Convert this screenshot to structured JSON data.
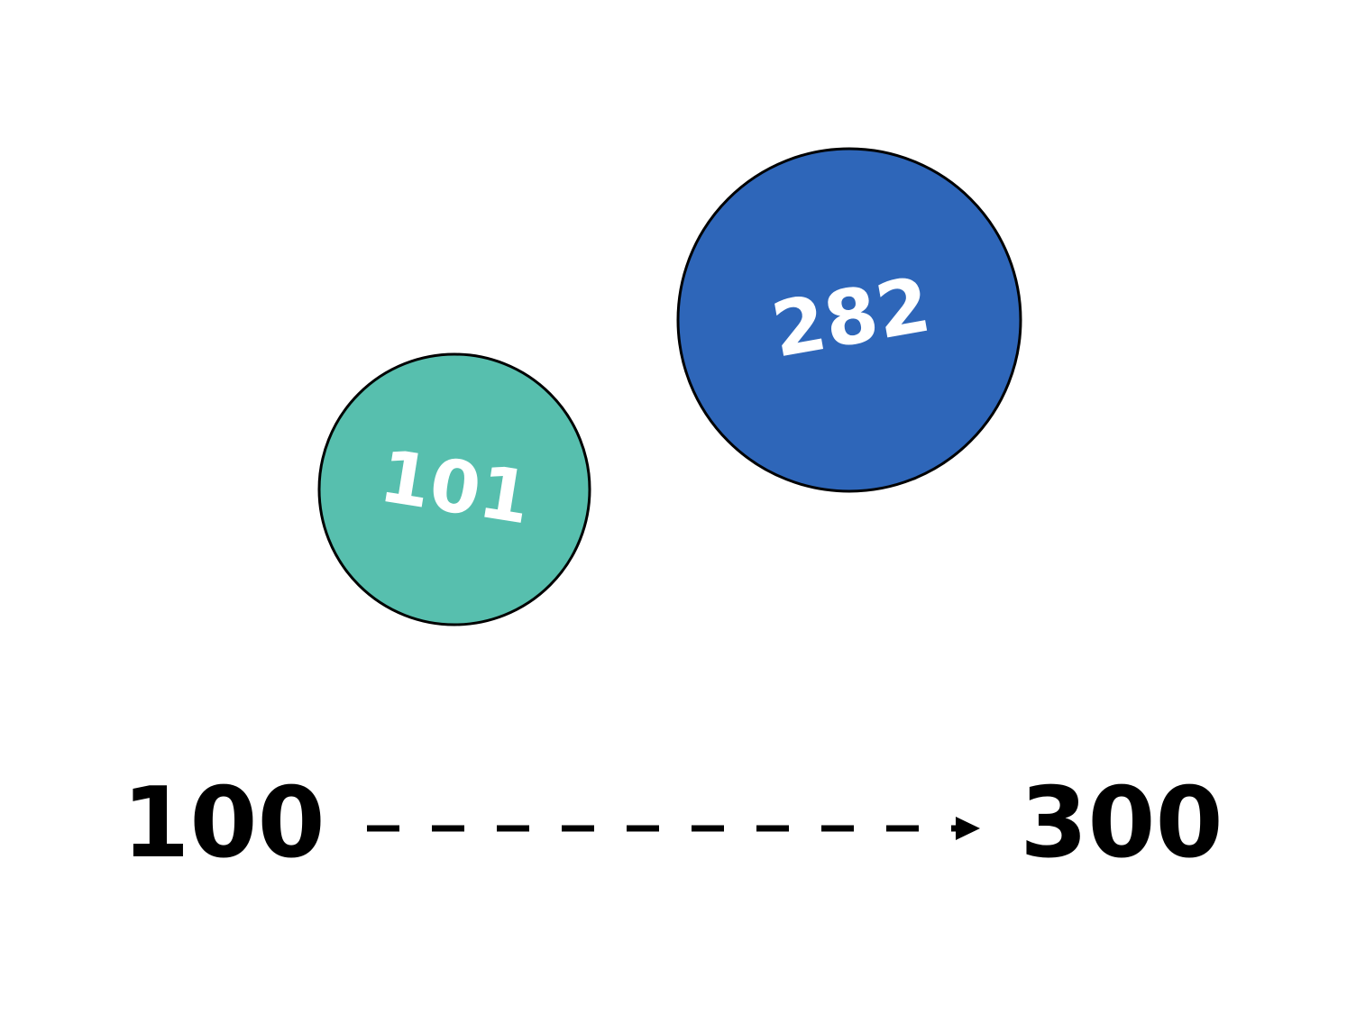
{
  "bubbles": [
    {
      "value": "101",
      "color": "#57bfae"
    },
    {
      "value": "282",
      "color": "#2e66b9"
    }
  ],
  "scale": {
    "start_label": "100",
    "end_label": "300",
    "arrow_style": "dashed",
    "direction": "left-to-right"
  },
  "colors": {
    "background": "#ffffff",
    "outline": "#000000",
    "text_light": "#ffffff",
    "text_dark": "#000000"
  }
}
